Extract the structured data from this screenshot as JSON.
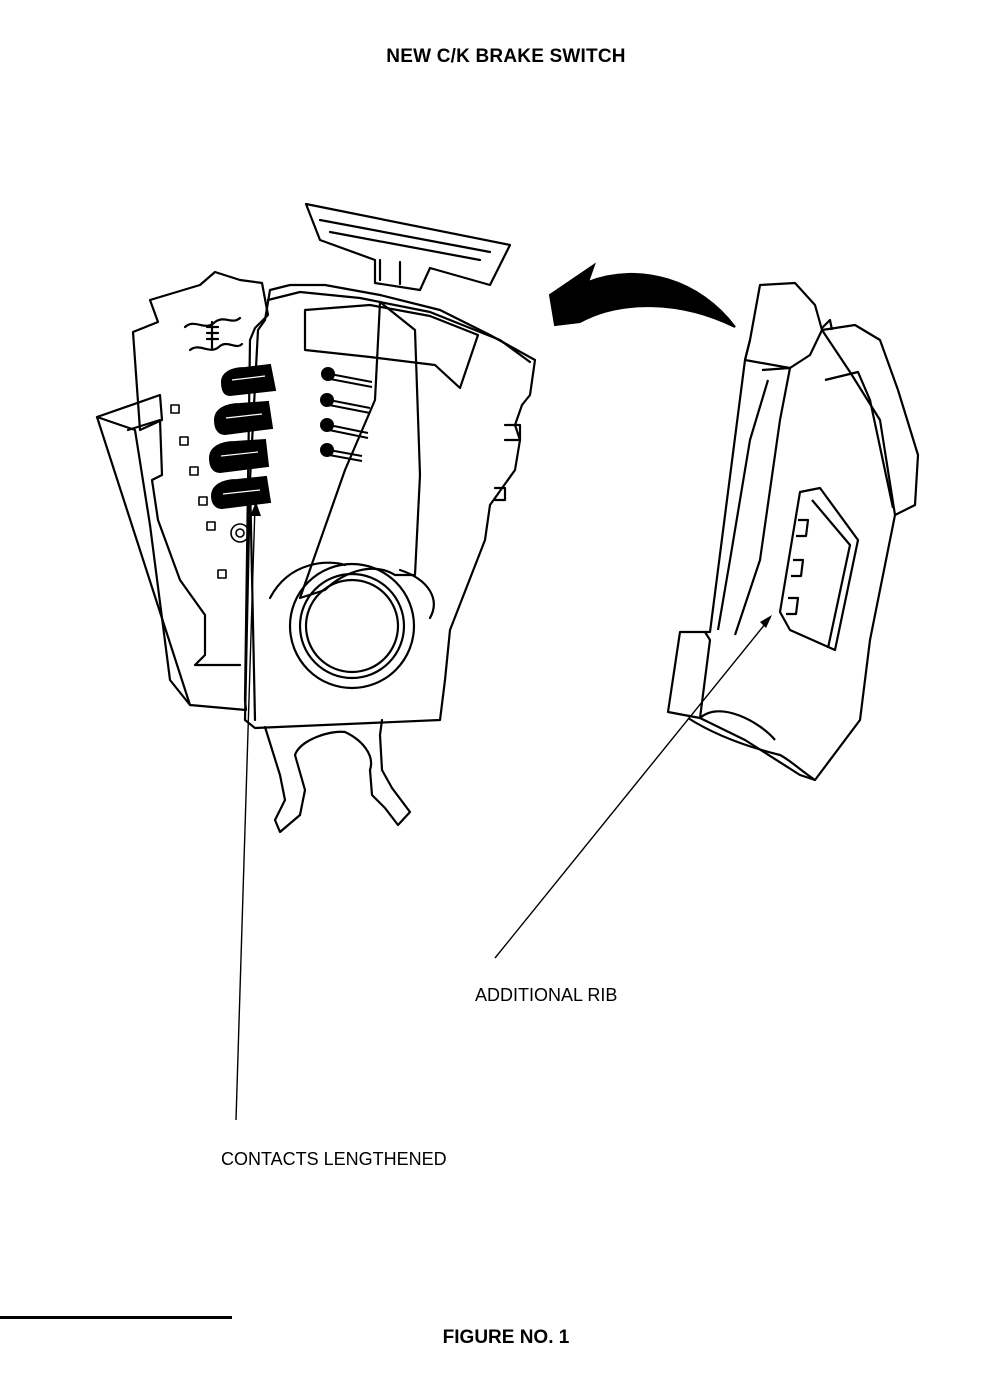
{
  "document": {
    "title": "NEW C/K BRAKE SWITCH",
    "caption": "FIGURE NO. 1"
  },
  "callouts": {
    "additional_rib": "ADDITIONAL RIB",
    "contacts_lengthened": "CONTACTS LENGTHENED"
  },
  "colors": {
    "ink": "#000000",
    "paper": "#ffffff"
  }
}
